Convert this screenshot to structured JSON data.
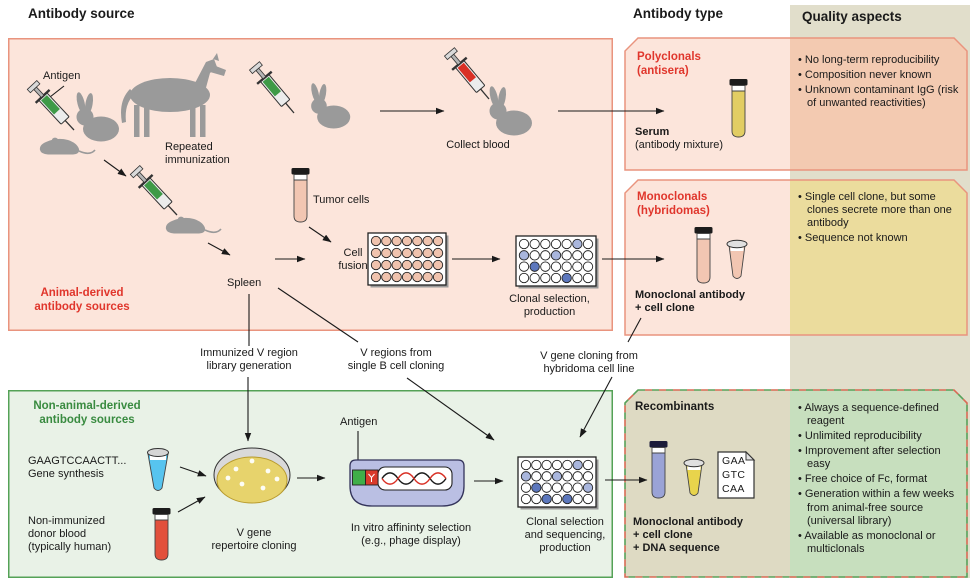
{
  "headers": {
    "source": "Antibody source",
    "type": "Antibody type",
    "quality": "Quality aspects"
  },
  "animal_box": {
    "label": "Animal-derived\nantibody sources",
    "antigen": "Antigen",
    "repeated_immunization": "Repeated\nimmunization",
    "collect_blood": "Collect blood",
    "tumor_cells": "Tumor cells",
    "cell_fusion": "Cell\nfusion",
    "spleen": "Spleen",
    "clonal_selection": "Clonal selection,\nproduction"
  },
  "pathway_labels": {
    "immunized": "Immunized V region\nlibrary generation",
    "v_regions": "V regions from\nsingle B cell cloning",
    "v_gene": "V gene cloning from\nhybridoma cell line"
  },
  "non_animal_box": {
    "label": "Non-animal-derived\nantibody sources",
    "gene_synthesis": "GAAGTCCAACTT...\nGene synthesis",
    "donor_blood": "Non-immunized\ndonor blood\n(typically human)",
    "repertoire": "V gene\nrepertoire cloning",
    "antigen": "Antigen",
    "affinity_selection": "In vitro affininty selection\n(e.g., phage display)",
    "clonal_selection": "Clonal selection\nand sequencing,\nproduction"
  },
  "types": {
    "polyclonals": {
      "title": "Polyclonals\n(antisera)",
      "product": "Serum",
      "product_sub": "(antibody mixture)"
    },
    "monoclonals": {
      "title": "Monoclonals\n(hybridomas)",
      "product": "Monoclonal antibody\n+ cell clone"
    },
    "recombinants": {
      "title": "Recombinants",
      "product": "Monoclonal antibody\n+ cell clone\n+ DNA sequence",
      "dna_card": "GAA\nGTC\nCAA"
    }
  },
  "quality": {
    "polyclonals": [
      "No long-term reproducibility",
      "Composition never known",
      "Unknown contaminant IgG (risk of unwanted reactivities)"
    ],
    "monoclonals": [
      "Single cell clone, but some clones secrete more than one antibody",
      "Sequence not known"
    ],
    "recombinants": [
      "Always a sequence-defined reagent",
      "Unlimited reproducibility",
      "Improvement after selection easy",
      "Free choice of Fc, format",
      "Generation within a few weeks from animal-free source (universal library)",
      "Available as monoclonal or multiclonals"
    ]
  },
  "colors": {
    "accent_red": "#e0362c",
    "accent_green": "#398b40",
    "animal_box_fill": "#fce5db",
    "animal_box_border": "#e9947e",
    "non_animal_fill": "#e9f2e7",
    "non_animal_border": "#55a257",
    "quality_column": "#e1decb",
    "polyclonal_quality_fill": "#f3cab1",
    "monoclonal_quality_fill": "#ebdc9d",
    "recombinant_quality_fill": "#c7dfbe"
  }
}
